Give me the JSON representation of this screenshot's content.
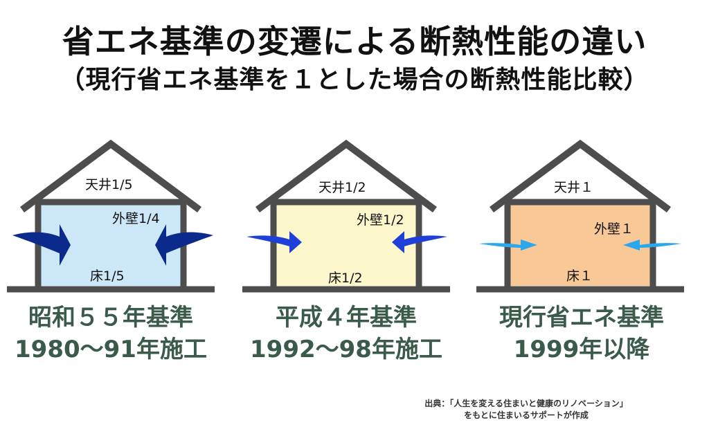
{
  "title": {
    "main": "省エネ基準の変遷による断熱性能の違い",
    "sub": "（現行省エネ基準を１とした場合の断熱性能比較）"
  },
  "houses": [
    {
      "ceiling": "天井1/5",
      "wall": "外壁1/4",
      "floor": "床1/5",
      "caption_line1": "昭和５５年基準",
      "caption_line2": "1980〜91年施工",
      "fill": "#cce8f8",
      "arrow_color": "#0a2a8c"
    },
    {
      "ceiling": "天井1/2",
      "wall": "外壁1/2",
      "floor": "床1/2",
      "caption_line1": "平成４年基準",
      "caption_line2": "1992〜98年施工",
      "fill": "#fdf8cc",
      "arrow_color": "#1e3fd8"
    },
    {
      "ceiling": "天井１",
      "wall": "外壁１",
      "floor": "床１",
      "caption_line1": "現行省エネ基準",
      "caption_line2": "1999年以降",
      "fill": "#f8c896",
      "arrow_color": "#2aa8ee"
    }
  ],
  "source": {
    "line1": "出典：「人生を変える住まいと健康のリノベーション」",
    "line2": "をもとに住まいるサポートが作成"
  },
  "colors": {
    "frame": "#4d4d4d",
    "caption": "#3a5a4a"
  }
}
